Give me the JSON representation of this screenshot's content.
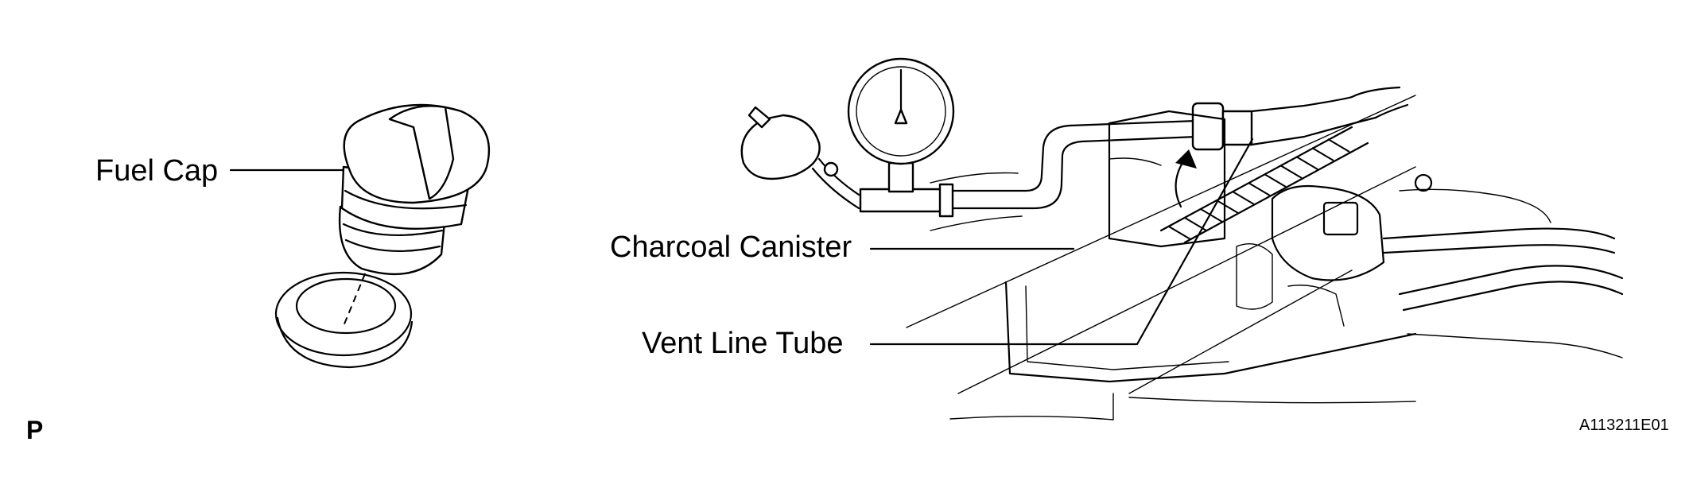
{
  "labels": {
    "fuel_cap": "Fuel Cap",
    "charcoal_canister": "Charcoal Canister",
    "vent_line_tube": "Vent Line Tube"
  },
  "corner_mark": "P",
  "figure_code": "A113211E01"
}
